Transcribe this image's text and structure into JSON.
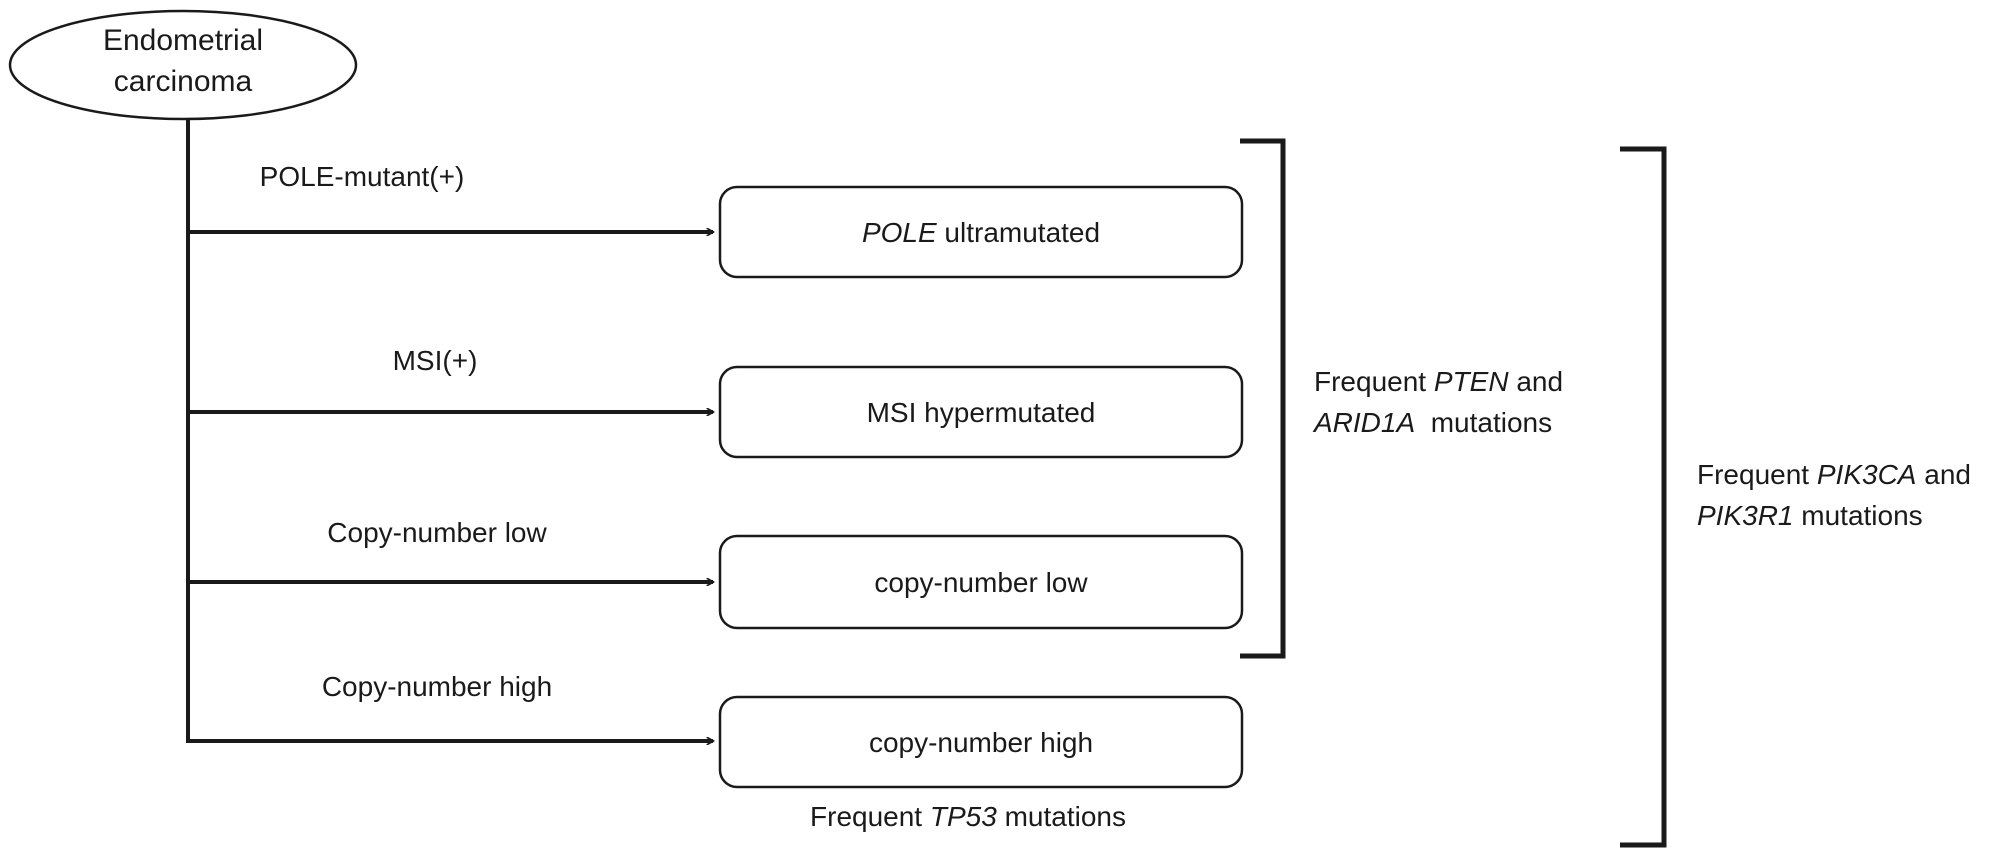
{
  "root": {
    "line1": "Endometrial",
    "line2": "carcinoma"
  },
  "branches": [
    {
      "label": "POLE-mutant(+)",
      "box_italic": "POLE",
      "box_text": " ultramutated"
    },
    {
      "label": "MSI(+)",
      "box_italic": "",
      "box_text": "MSI hypermutated"
    },
    {
      "label": "Copy-number low",
      "box_italic": "",
      "box_text": "copy-number low"
    },
    {
      "label": "Copy-number high",
      "box_italic": "",
      "box_text": "copy-number high"
    }
  ],
  "annotations": {
    "tp53": {
      "pre": "Frequent ",
      "gene": "TP53",
      "post": " mutations"
    },
    "pten": {
      "l1_pre": "Frequent ",
      "l1_gene": "PTEN",
      "l1_post": " and",
      "l2_gene": "ARID1A",
      "l2_post": "  mutations"
    },
    "pik3": {
      "l1_pre": "Frequent ",
      "l1_gene": "PIK3CA",
      "l1_post": " and",
      "l2_gene": "PIK3R1",
      "l2_post": " mutations"
    }
  }
}
